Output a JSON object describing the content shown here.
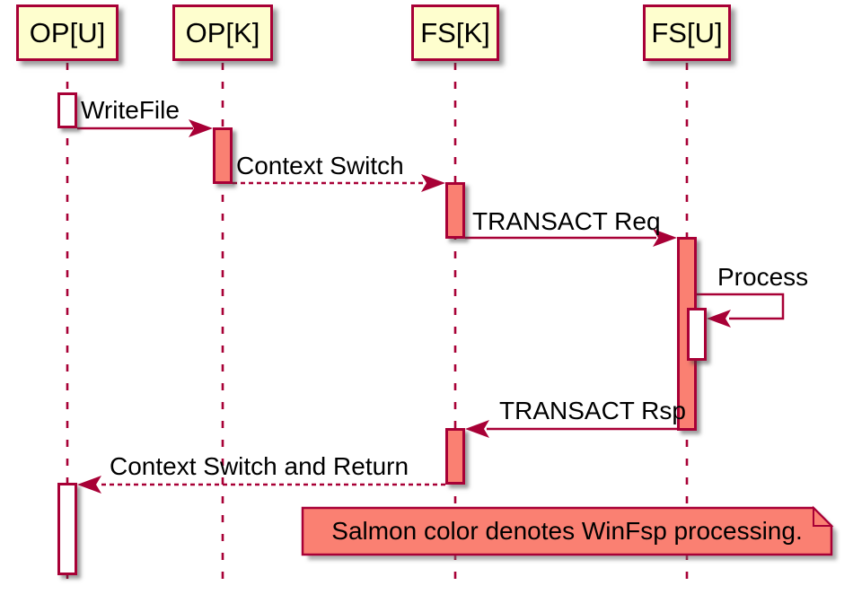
{
  "diagram": {
    "participants": [
      {
        "id": "op-u",
        "label": "OP[U]"
      },
      {
        "id": "op-k",
        "label": "OP[K]"
      },
      {
        "id": "fs-k",
        "label": "FS[K]"
      },
      {
        "id": "fs-u",
        "label": "FS[U]"
      }
    ],
    "messages": {
      "write_file": "WriteFile",
      "context_switch": "Context Switch",
      "transact_req": "TRANSACT Req",
      "process": "Process",
      "transact_rsp": "TRANSACT Rsp",
      "context_switch_return": "Context Switch and Return"
    },
    "note": {
      "text": "Salmon color denotes WinFsp processing."
    },
    "colors": {
      "border": "#A80036",
      "participant_fill": "#FEFECE",
      "salmon_fill": "#FA8072",
      "activation_white": "#FFFFFF",
      "text": "#000000"
    }
  }
}
